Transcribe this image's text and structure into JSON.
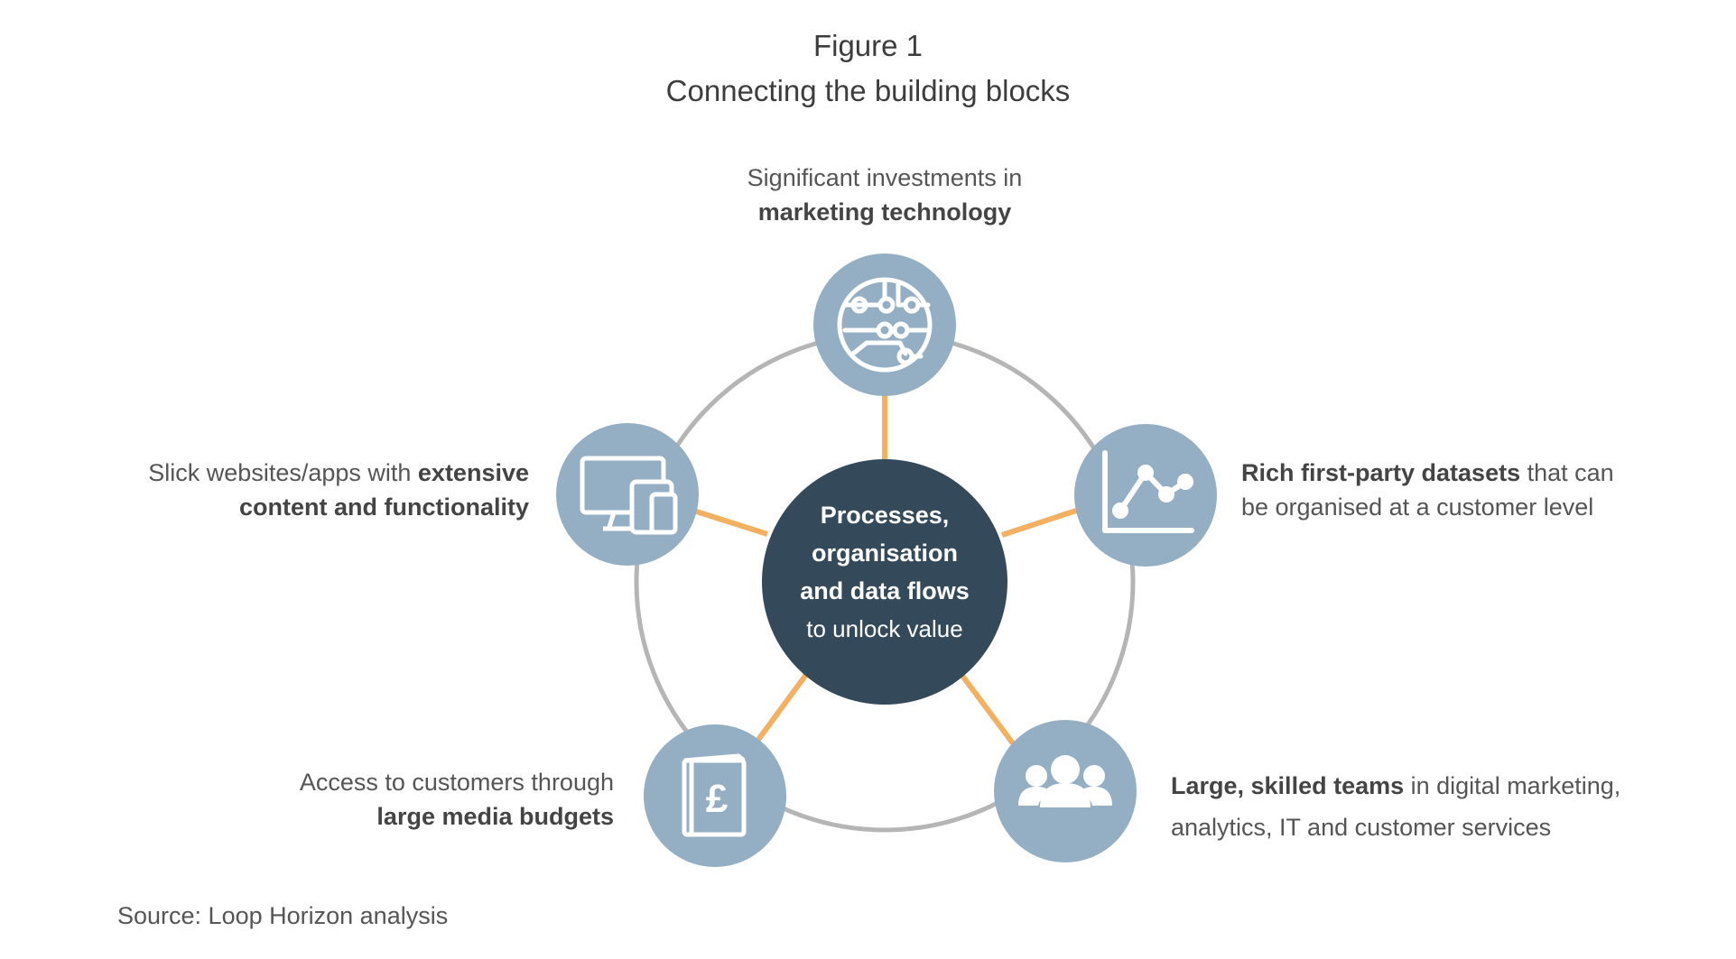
{
  "figure": {
    "number": "Figure 1",
    "title": "Connecting the building blocks"
  },
  "colors": {
    "ring": "#b5b5b5",
    "spoke": "#f2b060",
    "node_fill": "#94afc4",
    "hub_fill": "#344a5a",
    "icon": "#ffffff"
  },
  "hub": {
    "line1": "Processes,",
    "line2": "organisation",
    "line3": "and data flows",
    "line4": "to unlock value"
  },
  "nodes": [
    {
      "icon": "circuit-brain-icon",
      "text_plain": "Significant investments in",
      "text_bold": "marketing technology"
    },
    {
      "icon": "line-chart-icon",
      "text_bold": "Rich first-party datasets",
      "text_plain_a": " that can",
      "text_plain_b": "be organised  at a customer level"
    },
    {
      "icon": "people-group-icon",
      "text_bold": "Large, skilled teams",
      "text_plain_a": " in digital marketing,",
      "text_plain_b": "analytics, IT and customer services"
    },
    {
      "icon": "pound-book-icon",
      "text_plain": "Access to customers through",
      "text_bold": "large media budgets"
    },
    {
      "icon": "devices-icon",
      "text_plain": "Slick websites/apps with ",
      "text_bold_a": "extensive",
      "text_bold_b": "content and functionality"
    }
  ],
  "source": "Source: Loop Horizon analysis"
}
